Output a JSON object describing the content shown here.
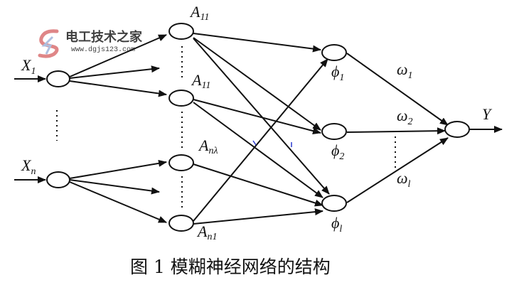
{
  "watermark": {
    "title": "电工技术之家",
    "url": "www.dgjs123.com"
  },
  "labels": {
    "x1": {
      "main": "X",
      "sub": "1"
    },
    "xn": {
      "main": "X",
      "sub": "n"
    },
    "a11_top": {
      "main": "A",
      "sub": "11"
    },
    "a11_mid": {
      "main": "A",
      "sub": "11"
    },
    "an_lambda": {
      "main": "A",
      "sub": "nλ"
    },
    "an1": {
      "main": "A",
      "sub": "n1"
    },
    "phi1": {
      "main": "ϕ",
      "sub": "1"
    },
    "phi2": {
      "main": "ϕ",
      "sub": "2"
    },
    "phil": {
      "main": "ϕ",
      "sub": "l"
    },
    "w1": {
      "main": "ω",
      "sub": "1"
    },
    "w2": {
      "main": "ω",
      "sub": "2"
    },
    "wl": {
      "main": "ω",
      "sub": "l"
    },
    "y": "Y"
  },
  "caption": "图 1  模糊神经网络的结构"
}
